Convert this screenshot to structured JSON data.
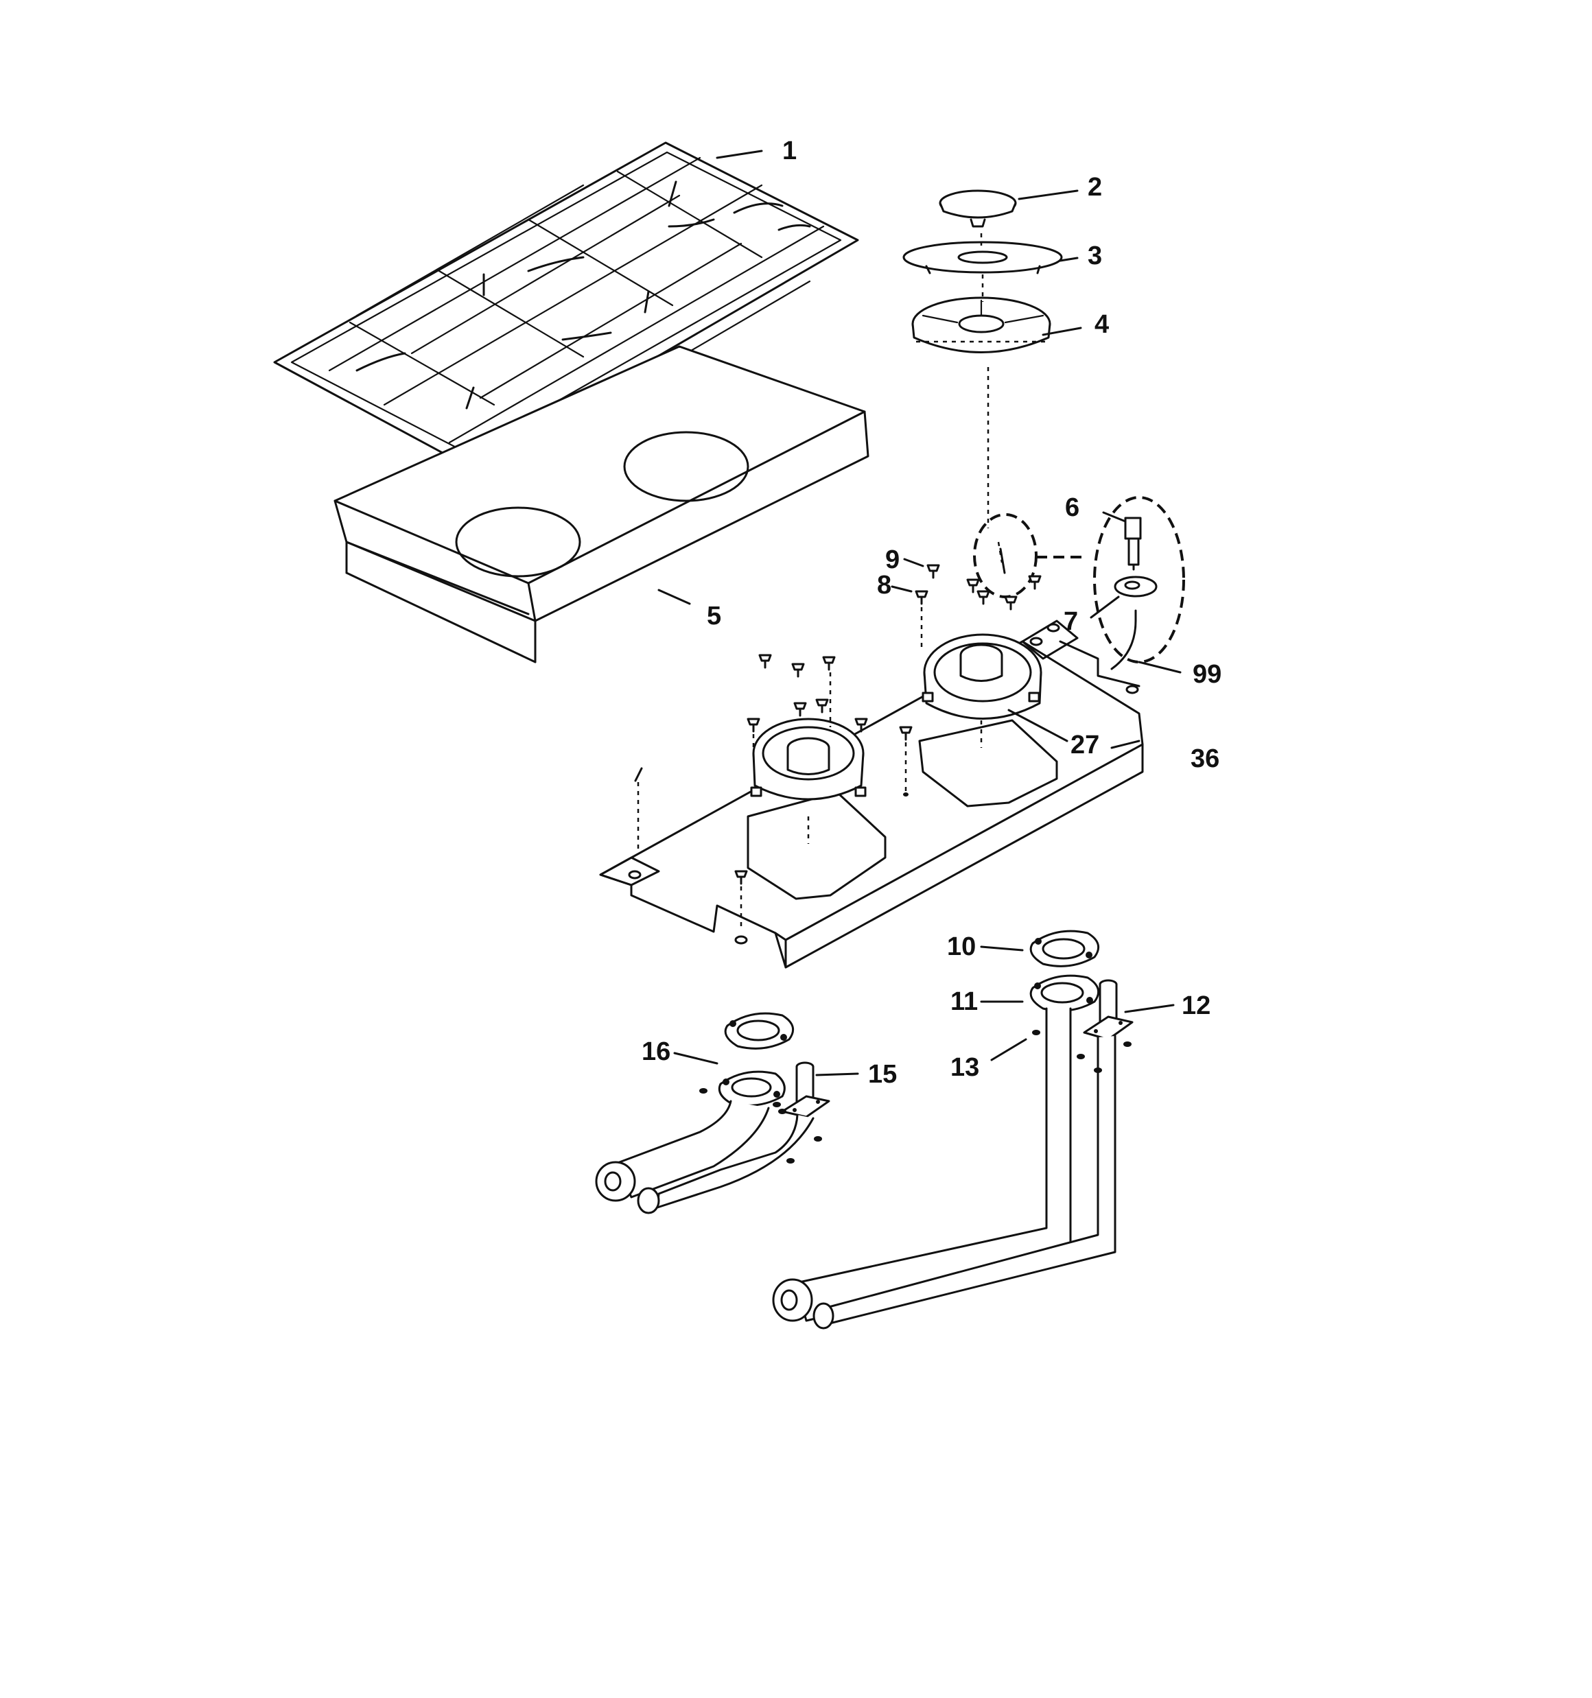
{
  "callouts": {
    "p1": "1",
    "p2": "2",
    "p3": "3",
    "p4": "4",
    "p5": "5",
    "p6": "6",
    "p7": "7",
    "p8": "8",
    "p9": "9",
    "p10": "10",
    "p11": "11",
    "p12": "12",
    "p13": "13",
    "p15": "15",
    "p16": "16",
    "p27": "27",
    "p36": "36",
    "p99": "99"
  },
  "colors": {
    "ink": "#111111",
    "paper": "#ffffff"
  }
}
